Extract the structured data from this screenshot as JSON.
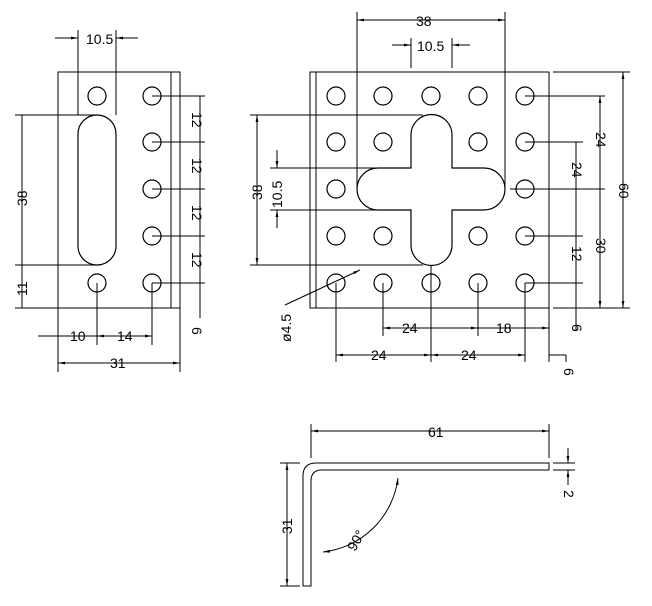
{
  "left_view": {
    "dims": {
      "slot_width": "10.5",
      "pitch_1": "12",
      "pitch_2": "12",
      "pitch_3": "12",
      "pitch_4": "12",
      "slot_length": "38",
      "bottom_offset": "11",
      "hole_x1": "10",
      "hole_x2": "14",
      "width": "31",
      "flange": "6"
    }
  },
  "right_view": {
    "dims": {
      "cross_length": "38",
      "cross_width": "10.5",
      "top_24": "24",
      "mid_24": "24",
      "right_30": "30",
      "height": "60",
      "left_38": "38",
      "left_10_5": "10.5",
      "right_12": "12",
      "bottom_24a": "24",
      "bottom_18": "18",
      "bottom_24b": "24",
      "bottom_24c": "24",
      "flange_6a": "6",
      "flange_6b": "6",
      "hole_dia": "ø4.5"
    }
  },
  "side_view": {
    "dims": {
      "length": "61",
      "thickness": "2",
      "height": "31",
      "angle": "90°"
    }
  }
}
